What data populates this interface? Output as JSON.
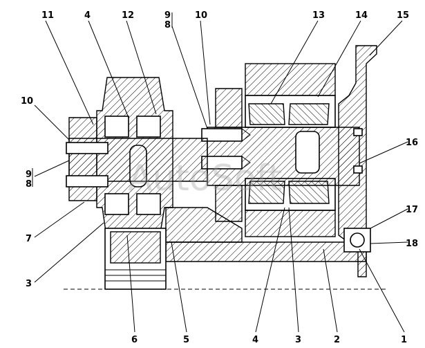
{
  "watermark": "AutoSoft",
  "callouts_top": [
    "11",
    "4",
    "12",
    "9",
    "8",
    "10",
    "13",
    "14",
    "15"
  ],
  "callouts_left": [
    "10",
    "9",
    "8",
    "7",
    "3"
  ],
  "callouts_right": [
    "16",
    "17",
    "18"
  ],
  "callouts_bottom": [
    "6",
    "5",
    "4",
    "3",
    "2",
    "1"
  ]
}
